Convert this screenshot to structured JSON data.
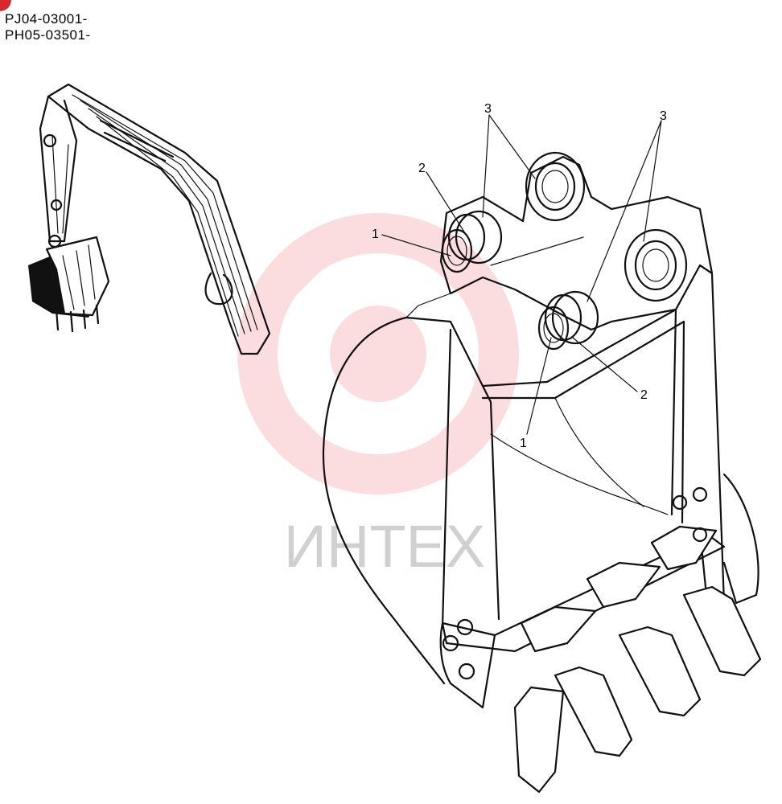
{
  "serials": [
    "PJ04-03001-",
    "PH05-03501-"
  ],
  "watermark": {
    "text": "ИНТЕХ",
    "color": "#e8323c"
  },
  "callouts": {
    "c1a": "1",
    "c1b": "1",
    "c2a": "2",
    "c2b": "2",
    "c3a": "3",
    "c3b": "3"
  },
  "colors": {
    "corner_mark": "#d7282f",
    "line": "#111111"
  }
}
